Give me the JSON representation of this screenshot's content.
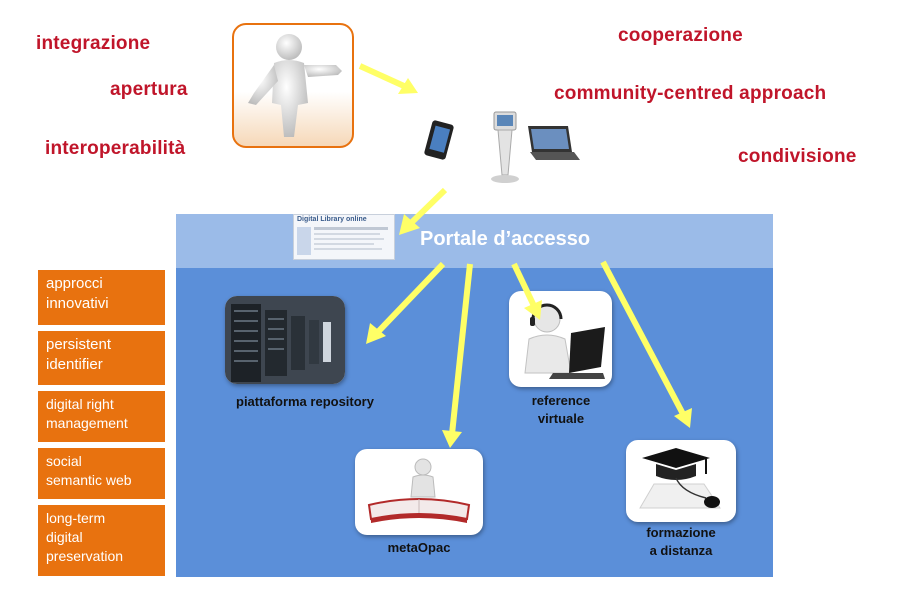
{
  "keywords_left": [
    "integrazione",
    "apertura",
    "interoperabilità"
  ],
  "keywords_right": [
    "cooperazione",
    "community-centred approach",
    "condivisione"
  ],
  "portal": {
    "label": "Portale d’accesso",
    "thumbnail_title": "Digital Library online"
  },
  "services": [
    {
      "id": "repository",
      "label": "piattaforma repository"
    },
    {
      "id": "reference",
      "label_lines": [
        "reference",
        "virtuale"
      ]
    },
    {
      "id": "metaopac",
      "label": "metaOpac"
    },
    {
      "id": "formazione",
      "label_lines": [
        "formazione",
        "a distanza"
      ]
    }
  ],
  "tags": [
    {
      "lines": [
        "approcci",
        "innovativi"
      ]
    },
    {
      "lines": [
        "persistent",
        "identifier"
      ]
    },
    {
      "lines": [
        "digital right",
        "management"
      ]
    },
    {
      "lines": [
        "social",
        "semantic web"
      ]
    },
    {
      "lines": [
        "long-term",
        "digital",
        "preservation"
      ]
    }
  ],
  "icons": [
    "person-figure-icon",
    "smartphone-icon",
    "kiosk-icon",
    "laptop-icon",
    "server-room-icon",
    "headset-user-icon",
    "book-figure-icon",
    "graduation-cap-mouse-icon"
  ],
  "colors": {
    "keyword": "#c0152a",
    "tag_bg": "#e8720f",
    "panel": "#5b8fd9",
    "panel_top": "#9bbbe8",
    "arrow": "#ffff66"
  }
}
